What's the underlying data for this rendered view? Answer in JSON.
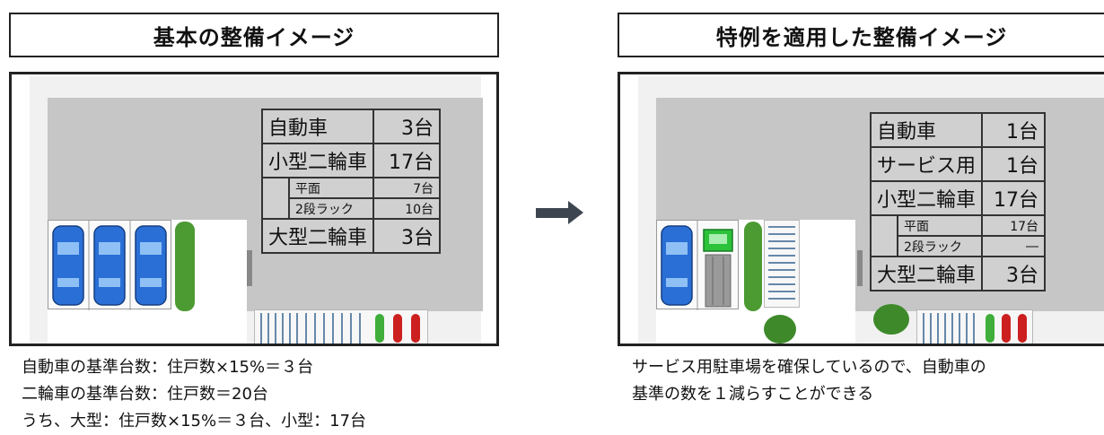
{
  "panels": [
    {
      "title": "基本の整備イメージ",
      "rows": [
        {
          "label": "自動車",
          "value": "3台"
        },
        {
          "label": "小型二輪車",
          "value": "17台"
        },
        {
          "label": "平面",
          "value": "7台"
        },
        {
          "label": "2段ラック",
          "value": "10台"
        },
        {
          "label": "大型二輪車",
          "value": "3台"
        }
      ],
      "caption": [
        "自動車の基準台数：住戸数×15%＝３台",
        "二輪車の基準台数：住戸数＝20台",
        "うち、大型：住戸数×15%＝３台、小型：17台"
      ]
    },
    {
      "title": "特例を適用した整備イメージ",
      "rows": [
        {
          "label": "自動車",
          "value": "1台"
        },
        {
          "label": "サービス用",
          "value": "1台"
        },
        {
          "label": "小型二輪車",
          "value": "17台"
        },
        {
          "label": "平面",
          "value": "17台"
        },
        {
          "label": "2段ラック",
          "value": "―"
        },
        {
          "label": "大型二輪車",
          "value": "3台"
        }
      ],
      "caption": [
        "サービス用駐車場を確保しているので、自動車の",
        "基準の数を１減らすことができる"
      ]
    }
  ],
  "icons": {
    "arrow": "right-arrow-icon",
    "car": "car-icon",
    "service_vehicle": "service-vehicle-icon",
    "hedge": "hedge-icon",
    "tree": "tree-icon",
    "bicycle_rack": "bicycle-rack-icon",
    "motorcycle": "motorcycle-icon"
  },
  "colors": {
    "parking_gray": "#c6c6c6",
    "car_blue": "#2a6fd6",
    "service_green": "#2cc23a",
    "hedge_green": "#4c9a32",
    "motorcycle_red": "#cc2020",
    "arrow": "#3d4650"
  }
}
